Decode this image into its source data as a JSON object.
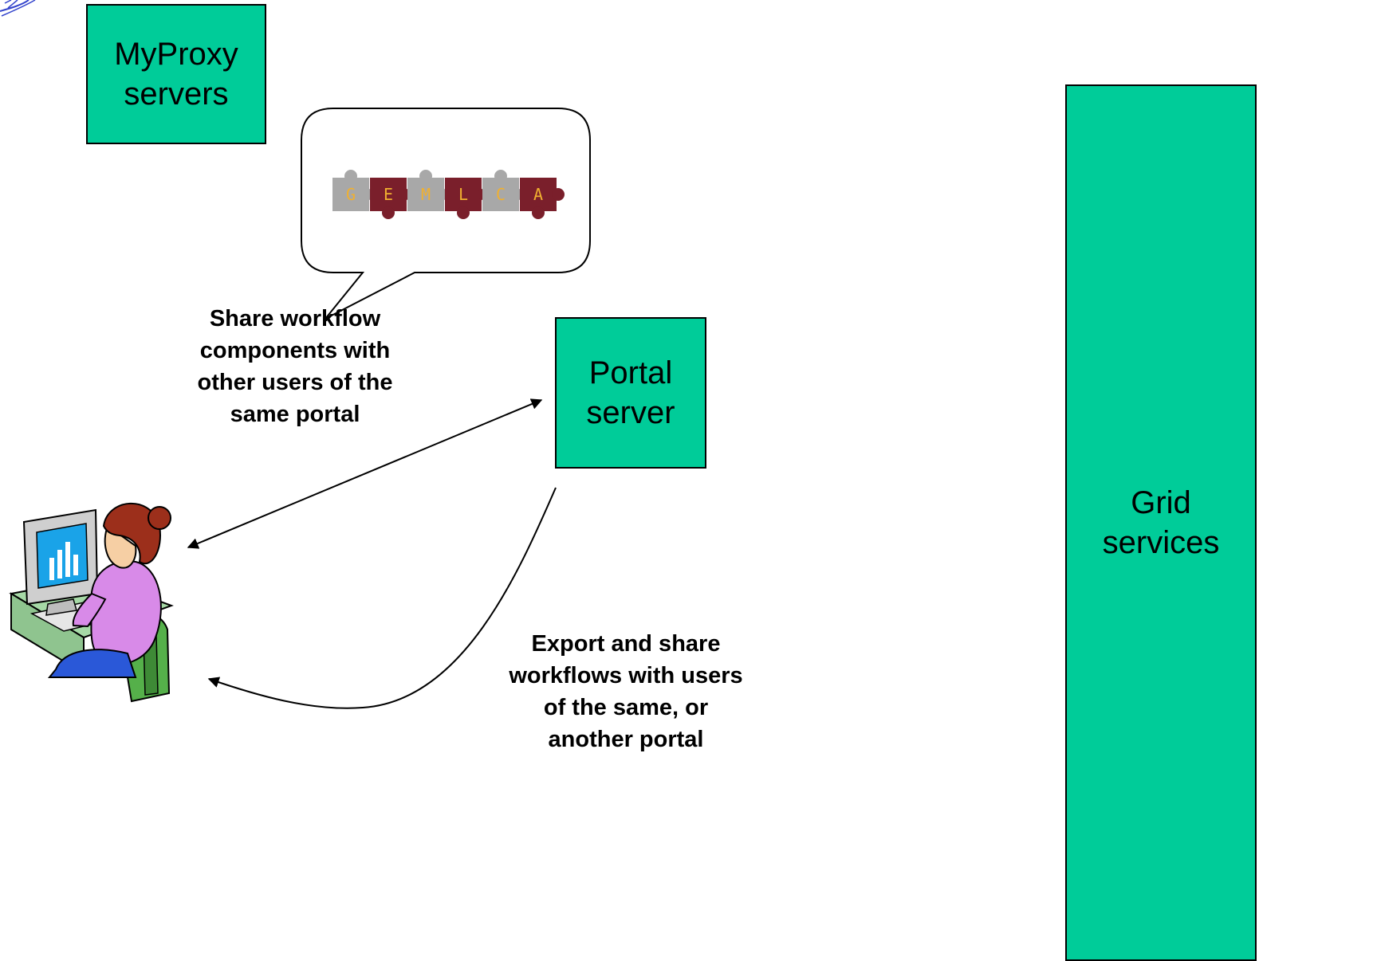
{
  "nodes": {
    "myproxy": [
      "MyProxy",
      "servers"
    ],
    "portal": [
      "Portal",
      "server"
    ],
    "grid": [
      "Grid",
      "services"
    ]
  },
  "captions": {
    "share": [
      "Share workflow",
      "components with",
      "other users of the",
      "same portal"
    ],
    "export": [
      "Export and share",
      "workflows with users",
      "of the same, or",
      "another portal"
    ]
  },
  "logo": {
    "letters": [
      "G",
      "E",
      "M",
      "L",
      "C",
      "A"
    ]
  },
  "colors": {
    "box_fill": "#00cc99",
    "puzzle_gray": "#a8a8a8",
    "puzzle_maroon": "#7a1f2b",
    "letter": "#f0b030"
  }
}
